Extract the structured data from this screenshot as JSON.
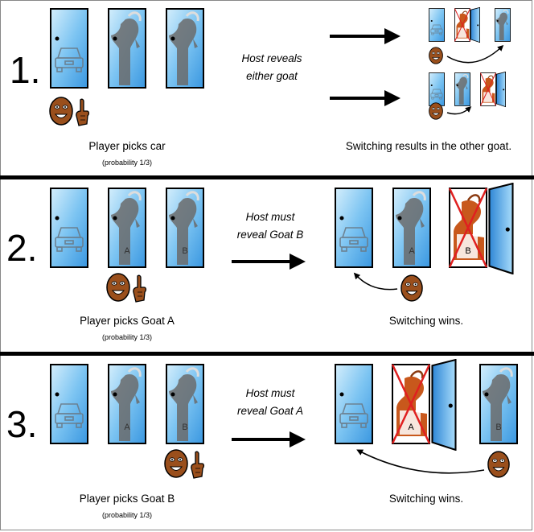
{
  "scenarios": [
    {
      "number": "1.",
      "host_line1": "Host reveals",
      "host_line2": "either goat",
      "pick_caption": "Player picks car",
      "probability": "(probability 1/3)",
      "result": "Switching results in the other goat."
    },
    {
      "number": "2.",
      "host_line1": "Host must",
      "host_line2": "reveal Goat B",
      "pick_caption": "Player picks Goat A",
      "probability": "(probability 1/3)",
      "result": "Switching wins."
    },
    {
      "number": "3.",
      "host_line1": "Host must",
      "host_line2": "reveal Goat A",
      "pick_caption": "Player picks Goat B",
      "probability": "(probability 1/3)",
      "result": "Switching wins."
    }
  ],
  "door_labels": {
    "goat_a": "A",
    "goat_b": "B"
  },
  "colors": {
    "door_blue": "#4fa8e8",
    "door_light": "#c9e8fb",
    "goat_gray": "#6b6b6b",
    "goat_orange": "#c8581c",
    "face_brown": "#a0521d",
    "cross_red": "#e02020"
  },
  "icons": [
    "door-icon",
    "car-icon",
    "goat-icon",
    "player-face-icon",
    "pointing-hand-icon",
    "arrow-icon",
    "curved-arrow-icon",
    "red-cross-icon"
  ]
}
